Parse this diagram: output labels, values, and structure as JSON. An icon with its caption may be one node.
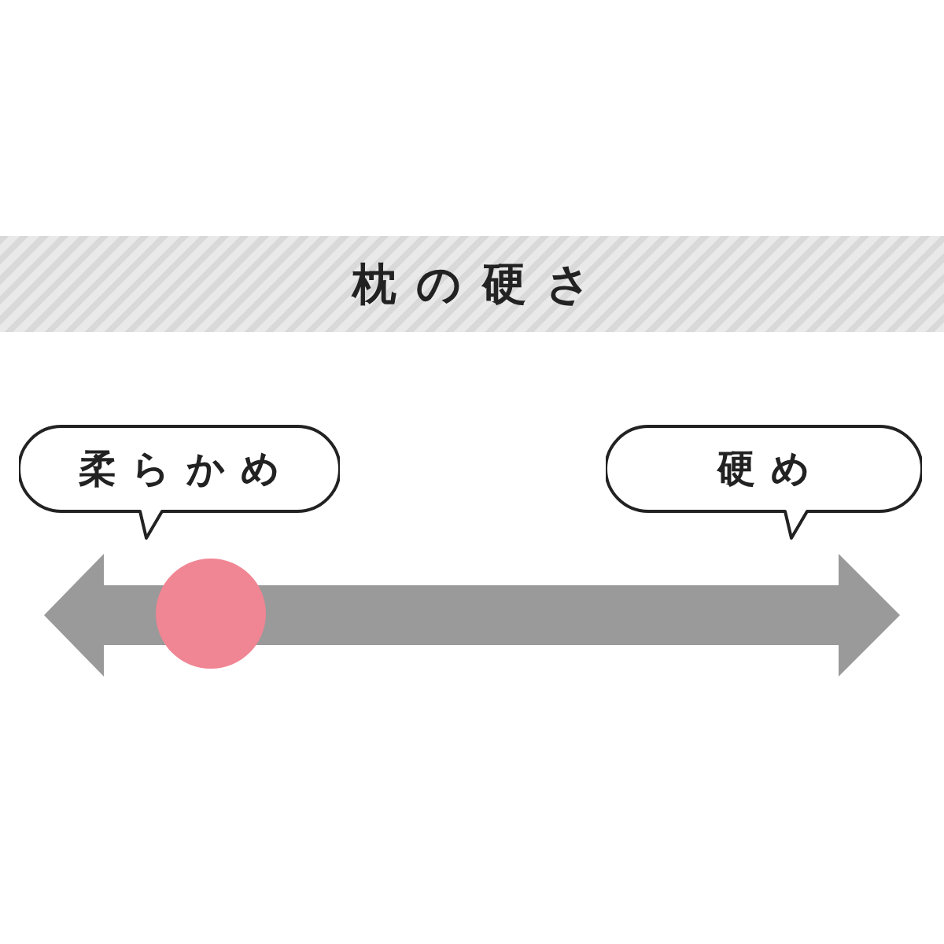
{
  "diagram": {
    "title": "枕の硬さ",
    "nodes": [
      {
        "text": [
          "柔らかめ"
        ]
      },
      {
        "text": [
          "硬め"
        ]
      }
    ]
  }
}
